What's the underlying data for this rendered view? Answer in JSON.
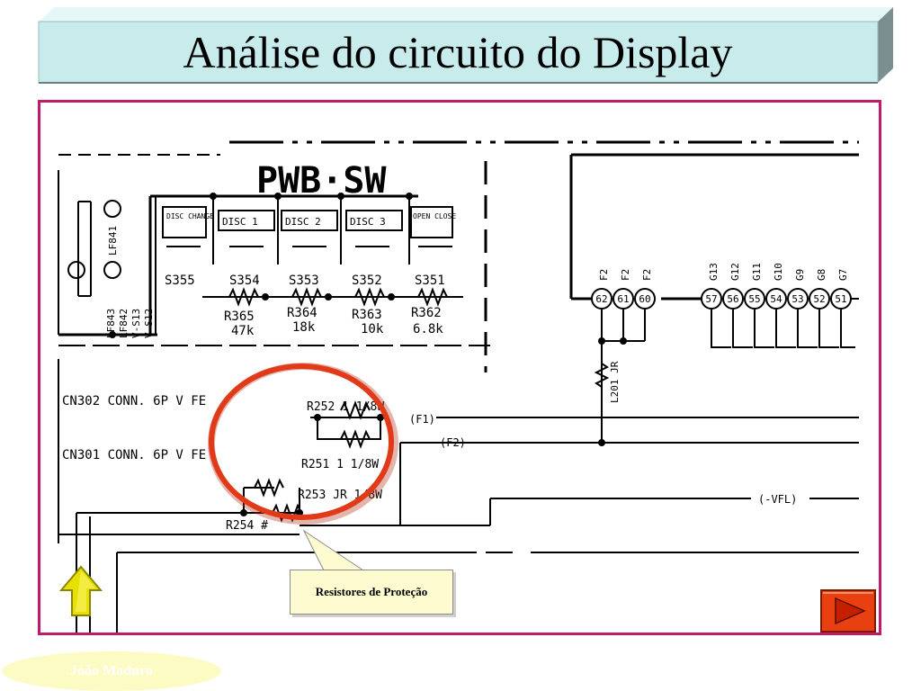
{
  "slide": {
    "title": "Análise do circuito do Display",
    "callout_text": "Resistores de Proteção",
    "author": "João Maduro"
  },
  "schematic": {
    "board_label": "PWB·SW",
    "switch_labels": [
      "DISC CHANGE",
      "DISC 1",
      "DISC 2",
      "DISC 3",
      "OPEN CLOSE"
    ],
    "switches": [
      "S355",
      "S354",
      "S353",
      "S352",
      "S351"
    ],
    "resistors": [
      {
        "ref": "R365",
        "value": "47k"
      },
      {
        "ref": "R364",
        "value": "18k"
      },
      {
        "ref": "R363",
        "value": "10k"
      },
      {
        "ref": "R362",
        "value": "6.8k"
      }
    ],
    "connectors": [
      "CN302 CONN. 6P V FE",
      "CN301 CONN. 6P V FE"
    ],
    "protection_resistors": [
      "R252 1 1/8W",
      "R251 1 1/8W",
      "R253 JR 1/8W",
      "R254 #"
    ],
    "signals": [
      "(F1)",
      "(F2)",
      "(-VFL)"
    ],
    "left_labels": [
      "LF843",
      "LF842",
      "LF841",
      "V-S13",
      "V-S12"
    ],
    "pin_labels_top": [
      "F2",
      "F2",
      "F2",
      "G13",
      "G12",
      "G11",
      "G10",
      "G9",
      "G8",
      "G7"
    ],
    "pins": [
      "62",
      "61",
      "60",
      "57",
      "56",
      "55",
      "54",
      "53",
      "52",
      "51"
    ],
    "inductor": "L201 JR"
  },
  "colors": {
    "title_face": "#c8ecec",
    "frame_border": "#c01a6a",
    "callout_fill": "#fffbd0",
    "red_circle": "#e03a18",
    "up_arrow": "#e8e000",
    "next_button": "#e84010",
    "author_ellipse": "#fdfbc4"
  },
  "icons": {
    "up": "up-arrow-icon",
    "next": "play-right-icon"
  }
}
